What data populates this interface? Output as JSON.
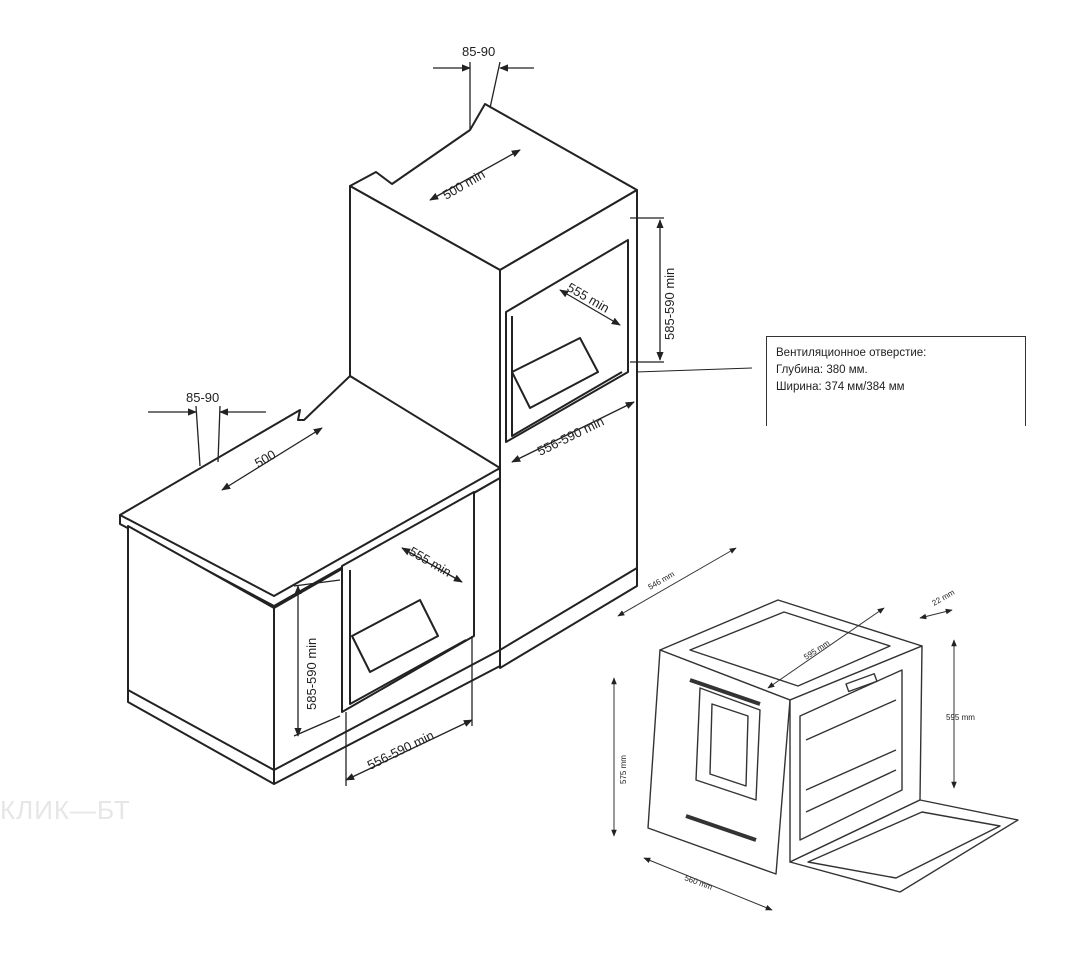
{
  "cabinet": {
    "top_gap": "85-90",
    "top_depth": "500 min",
    "upper_niche_width": "555 min",
    "upper_niche_height": "585-590 min",
    "upper_niche_base_width": "556-590 min",
    "counter_gap": "85-90",
    "counter_depth": "500",
    "lower_niche_width": "555 min",
    "lower_niche_height": "585-590 min",
    "lower_niche_base_width": "556-590 min"
  },
  "ventilation_note": {
    "title": "Вентиляционное отверстие:",
    "depth": "Глубина: 380 мм.",
    "width": "Ширина: 374 мм/384 мм"
  },
  "oven": {
    "depth_total": "546 mm",
    "body_width": "595 mm",
    "front_offset": "22 mm",
    "height_total": "595 mm",
    "height_body": "575 mm",
    "width_bottom": "560 mm"
  },
  "watermark": "КЛИК—БТ"
}
